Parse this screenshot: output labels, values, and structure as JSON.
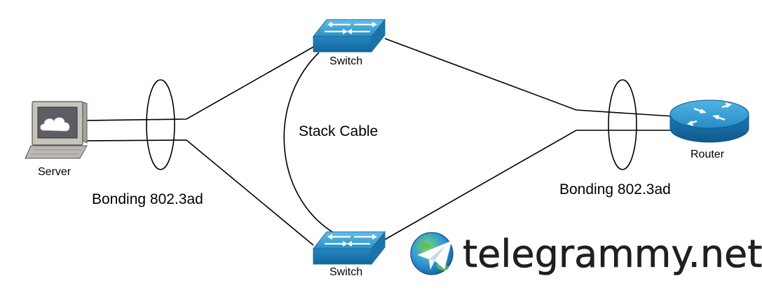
{
  "nodes": {
    "server": {
      "label": "Server",
      "icon": "server-computer-icon"
    },
    "switch_top": {
      "label": "Switch",
      "icon": "network-switch-icon"
    },
    "switch_bottom": {
      "label": "Switch",
      "icon": "network-switch-icon"
    },
    "router": {
      "label": "Router",
      "icon": "router-icon"
    }
  },
  "annotations": {
    "bonding_left": "Bonding 802.3ad",
    "bonding_right": "Bonding 802.3ad",
    "stack_cable": "Stack Cable"
  },
  "watermark": {
    "text": "telegrammy.net",
    "icon": "telegram-globe-logo-icon"
  },
  "colors": {
    "switch_blue": "#2a8fc7",
    "router_blue": "#1f7bb8",
    "line": "#000000"
  }
}
